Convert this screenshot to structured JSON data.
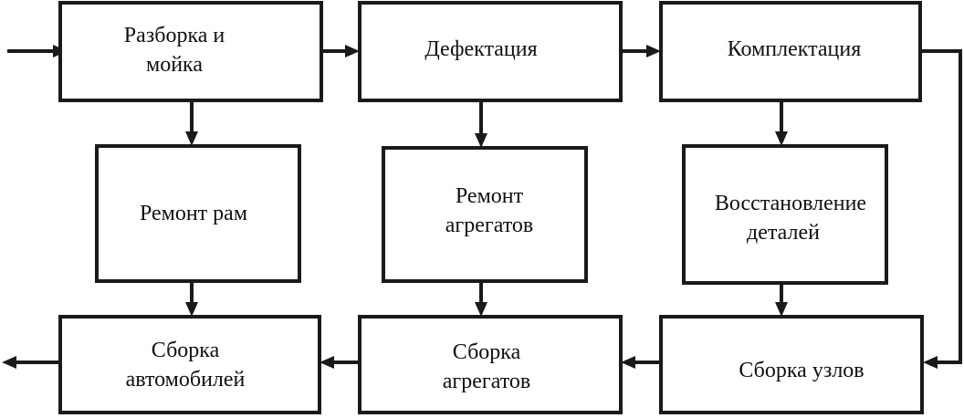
{
  "diagram": {
    "boxes": {
      "disassembly": [
        "Разборка и",
        "мойка"
      ],
      "defect": [
        "Дефектация"
      ],
      "complect": [
        "Комплектация"
      ],
      "frame_repair": [
        "Ремонт рам"
      ],
      "unit_repair": [
        "Ремонт",
        "агрегатов"
      ],
      "parts_restore": [
        "Восстановление",
        "деталей"
      ],
      "car_assembly": [
        "Сборка",
        "автомобилей"
      ],
      "unit_assembly": [
        "Сборка",
        "агрегатов"
      ],
      "node_assembly": [
        "Сборка узлов"
      ]
    },
    "colors": {
      "stroke": "#1a1a1a",
      "text": "#111111",
      "background": "#ffffff"
    }
  }
}
